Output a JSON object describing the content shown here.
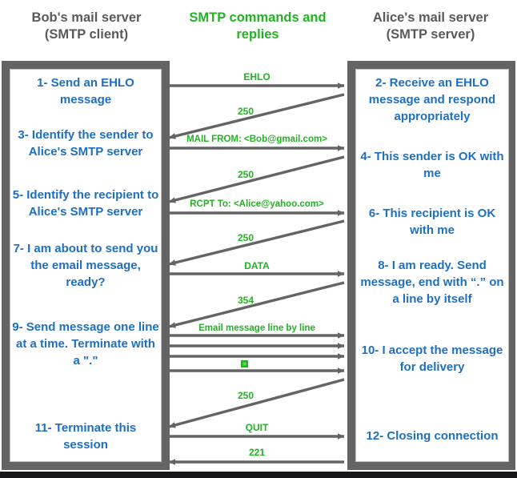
{
  "headers": {
    "left": "Bob's mail server\n(SMTP client)",
    "left_line1": "Bob's mail server",
    "left_line2": "(SMTP client)",
    "middle_line1": "SMTP commands and",
    "middle_line2": "replies",
    "right_line1": "Alice's mail server",
    "right_line2": "(SMTP server)"
  },
  "colors": {
    "header_gray": "#595959",
    "green": "#22b222",
    "blue": "#1f6fc0",
    "panel_gray": "#646464",
    "arrow_gray": "#646464",
    "background": "#ffffff"
  },
  "client_steps": [
    {
      "id": "step-1",
      "text": "1- Send an EHLO message"
    },
    {
      "id": "step-3",
      "text": "3- Identify the sender to Alice's SMTP server"
    },
    {
      "id": "step-5",
      "text": "5- Identify the recipient to Alice's SMTP server"
    },
    {
      "id": "step-7",
      "text": "7- I am about to send you the email message, ready?"
    },
    {
      "id": "step-9",
      "text": "9- Send message one line at a time. Terminate with a \".\""
    },
    {
      "id": "step-11",
      "text": "11- Terminate this session"
    }
  ],
  "server_steps": [
    {
      "id": "step-2",
      "text": "2- Receive an EHLO message and respond appropriately"
    },
    {
      "id": "step-4",
      "text": "4- This sender is OK with me"
    },
    {
      "id": "step-6",
      "text": "6- This recipient is OK with me"
    },
    {
      "id": "step-8",
      "text": "8-  I am ready. Send message, end with “.” on a line by itself"
    },
    {
      "id": "step-10",
      "text": "10-  I accept the message for delivery"
    },
    {
      "id": "step-12",
      "text": "12-  Closing connection"
    }
  ],
  "messages": [
    {
      "id": "msg-ehlo",
      "label": "EHLO",
      "direction": "client-to-server",
      "style": "horizontal"
    },
    {
      "id": "msg-250-a",
      "label": "250",
      "direction": "server-to-client",
      "style": "diagonal"
    },
    {
      "id": "msg-mail-from",
      "label": "MAIL FROM: <Bob@gmail.com>",
      "direction": "client-to-server",
      "style": "horizontal"
    },
    {
      "id": "msg-250-b",
      "label": "250",
      "direction": "server-to-client",
      "style": "diagonal"
    },
    {
      "id": "msg-rcpt-to",
      "label": "RCPT To: <Alice@yahoo.com>",
      "direction": "client-to-server",
      "style": "horizontal"
    },
    {
      "id": "msg-250-c",
      "label": "250",
      "direction": "server-to-client",
      "style": "diagonal"
    },
    {
      "id": "msg-data",
      "label": "DATA",
      "direction": "client-to-server",
      "style": "horizontal"
    },
    {
      "id": "msg-354",
      "label": "354",
      "direction": "server-to-client",
      "style": "diagonal"
    },
    {
      "id": "msg-email-1",
      "label": "Email message line by line",
      "direction": "client-to-server",
      "style": "horizontal"
    },
    {
      "id": "msg-email-2",
      "label": "",
      "direction": "client-to-server",
      "style": "horizontal"
    },
    {
      "id": "msg-email-3",
      "label": "",
      "direction": "client-to-server",
      "style": "horizontal"
    },
    {
      "id": "msg-email-dot",
      "label": "",
      "direction": "client-to-server",
      "style": "horizontal",
      "marker": "green-square"
    },
    {
      "id": "msg-250-d",
      "label": "250",
      "direction": "server-to-client",
      "style": "diagonal"
    },
    {
      "id": "msg-quit",
      "label": "QUIT",
      "direction": "client-to-server",
      "style": "horizontal"
    },
    {
      "id": "msg-221",
      "label": "221",
      "direction": "server-to-client",
      "style": "horizontal"
    }
  ]
}
